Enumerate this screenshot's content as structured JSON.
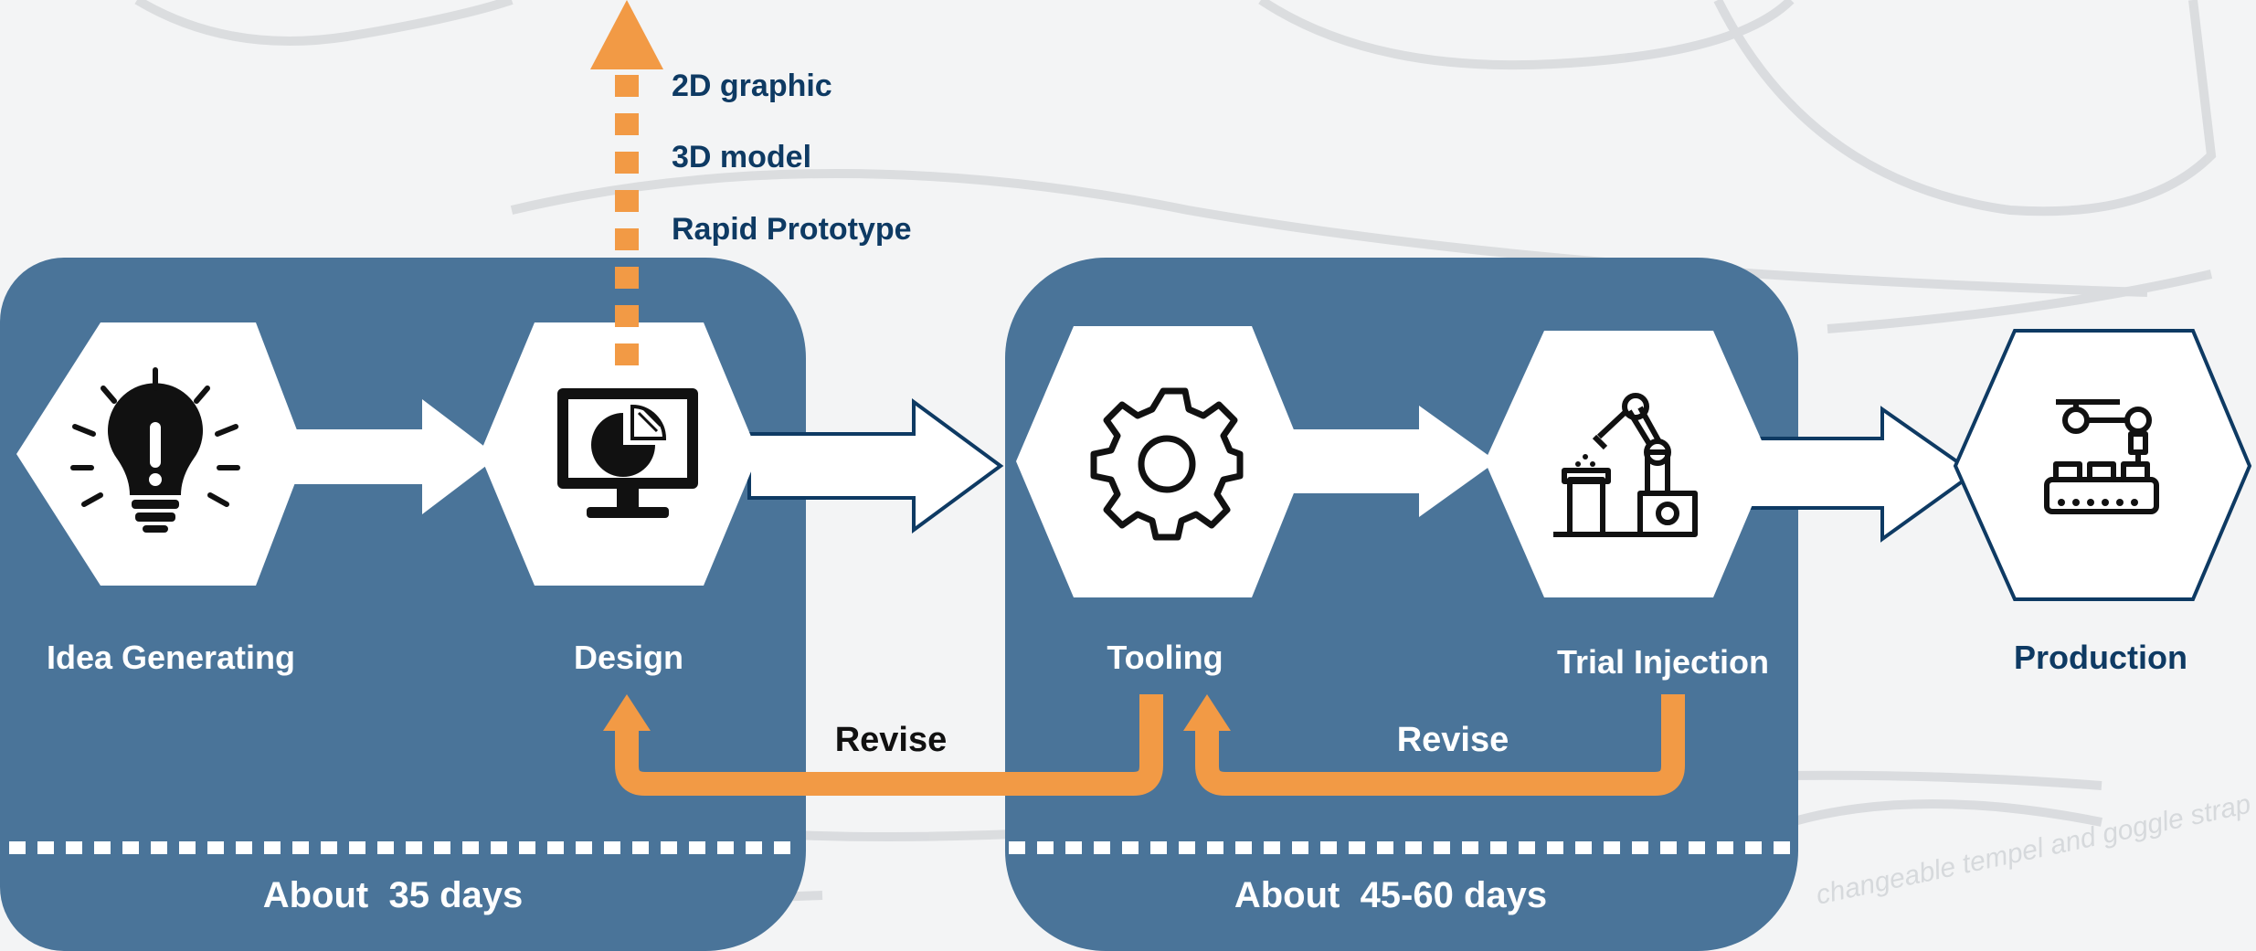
{
  "stages": {
    "idea": {
      "label": "Idea Generating"
    },
    "design": {
      "label": "Design"
    },
    "tooling": {
      "label": "Tooling"
    },
    "trial": {
      "label": "Trial Injection"
    },
    "production": {
      "label": "Production"
    }
  },
  "design_outputs": [
    "2D graphic",
    "3D model",
    "Rapid Prototype"
  ],
  "revise": {
    "left": "Revise",
    "right": "Revise"
  },
  "durations": {
    "left": "About  35 days",
    "right": "About  45-60 days"
  },
  "watermark_text": "changeable tempel and goggle strap",
  "colors": {
    "panel": "#4a7499",
    "navy": "#0e3a63",
    "orange": "#f29a45",
    "white": "#ffffff"
  },
  "icons": [
    "lightbulb-icon",
    "monitor-chart-icon",
    "gear-icon",
    "robot-arm-icon",
    "assembly-line-icon"
  ]
}
